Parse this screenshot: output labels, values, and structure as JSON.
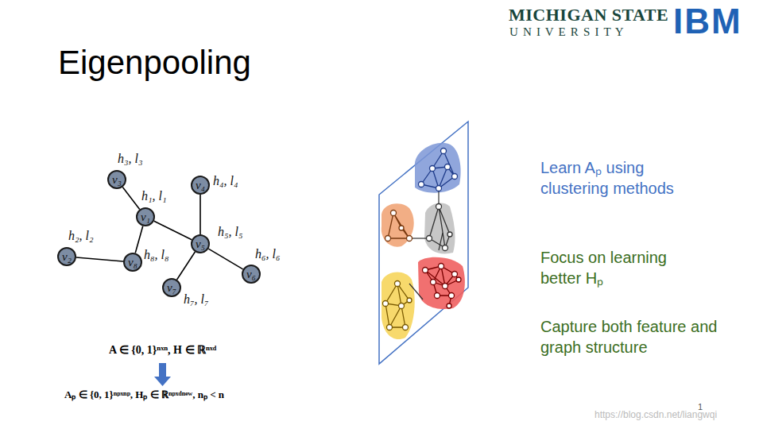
{
  "diagram": {
    "title": "Eigenpooling",
    "nodes": [
      {
        "text": [
          "v₃"
        ]
      },
      {
        "text": [
          "v₄"
        ]
      },
      {
        "text": [
          "v₁"
        ]
      },
      {
        "text": [
          "v₅"
        ]
      },
      {
        "text": [
          "v₂"
        ]
      },
      {
        "text": [
          "v₈"
        ]
      },
      {
        "text": [
          "v₆"
        ]
      },
      {
        "text": [
          "v₇"
        ]
      }
    ],
    "edges": [
      {
        "from": 0,
        "to": 2,
        "arrow": "none"
      },
      {
        "from": 2,
        "to": 5,
        "arrow": "none"
      },
      {
        "from": 5,
        "to": 4,
        "arrow": "none"
      },
      {
        "from": 2,
        "to": 3,
        "arrow": "none"
      },
      {
        "from": 1,
        "to": 3,
        "arrow": "none"
      },
      {
        "from": 3,
        "to": 6,
        "arrow": "none"
      },
      {
        "from": 3,
        "to": 7,
        "arrow": "none"
      }
    ],
    "labels": [
      "MICHIGAN STATE",
      "U N I V E R S I T Y",
      "IBM",
      "h₃, l₃",
      "h₄, l₄",
      "h₁, l₁",
      "h₅, l₅",
      "h₂, l₂",
      "h₈, l₈",
      "h₆, l₆",
      "h₇, l₇",
      "A ∈ {0, 1}ⁿˣⁿ, H ∈ ℝⁿˣᵈ",
      "Aₚ ∈ {0, 1}ⁿᵖˣⁿᵖ, Hₚ ∈ ℝⁿᵖˣᵈⁿᵉʷ, nₚ < n",
      "Learn Aₚ using clustering methods",
      "Focus on learning better Hₚ",
      "Capture both feature and graph structure",
      "1",
      "https://blog.csdn.net/liangwqi"
    ]
  }
}
